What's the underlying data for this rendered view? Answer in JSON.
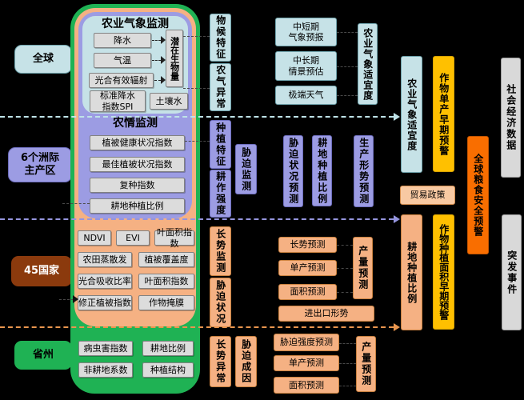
{
  "palette": {
    "container_green": "#1FB254",
    "layer_orange": "#F5B183",
    "layer_purple": "#9C9CE3",
    "panel_teal": "#C6E2E7",
    "warning_yellow": "#FFC000",
    "alert_orange": "#F96E00",
    "countries_brown": "#8B3A0D",
    "neutral_gray": "#D9D9D9"
  },
  "scales": {
    "global": "全球",
    "continental": "6个洲际\n主产区",
    "countries": "45国家",
    "province": "省州"
  },
  "monitor": {
    "agromet": {
      "title": "农业气象监测",
      "precipitation": "降水",
      "temperature": "气温",
      "par": "光合有效辐射",
      "spi": "标准降水\n指数SPI",
      "soil_moisture": "土壤水",
      "potential_biomass": "潜在生物量"
    },
    "agrocondition": {
      "title": "农情监测",
      "items": [
        "植被健康状况指数",
        "最佳植被状况指数",
        "复种指数",
        "耕地种植比例"
      ]
    },
    "country_items": [
      "NDVI",
      "EVI",
      "叶面积指数",
      "农田蒸散发",
      "植被覆盖度",
      "光合吸收比率",
      "叶面积指数",
      "修正植被指数",
      "作物掩膜"
    ],
    "province_items": [
      "病虫害指数",
      "耕地比例",
      "非耕地系数",
      "种植结构"
    ]
  },
  "features": {
    "phenology": "物候特征",
    "agromet_anomaly": "农气异常",
    "planting_traits": "种植特征",
    "stress_monitoring": "胁迫监测",
    "tillage_intensity": "耕作强度",
    "growth_monitoring": "长势监测",
    "stress_status": "胁迫状况",
    "growth_anomaly": "长势异常",
    "stress_cause": "胁迫成因"
  },
  "forecasts": {
    "short_mid_weather": "中短期\n气象预报",
    "mid_long_scenario": "中长期\n情景预估",
    "extreme_weather": "极端天气",
    "agromet_suitability": "农业气象适宜度",
    "stress_status_forecast": "胁迫状况预测",
    "cropland_planting_ratio": "耕地种植比例",
    "production_situation": "生产形势预测",
    "growth_forecast": "长势预测",
    "yield_forecast": "单产预测",
    "area_forecast": "面积预测",
    "import_export": "进出口形势",
    "production_forecast": "产量预测",
    "stress_intensity_forecast": "胁迫强度预测",
    "yield_forecast_prov": "单产预测",
    "area_forecast_prov": "面积预测",
    "production_forecast_prov": "产量预测"
  },
  "outputs": {
    "agromet_suitability": "农业气象适宜度",
    "crop_yield_early_warning": "作物单产早期预警",
    "global_food_security_warning": "全球粮食安全预警",
    "socioeconomic_data": "社会经济数据",
    "trade_policy": "贸易政策",
    "cropland_planting_ratio": "耕地种植比例",
    "crop_area_early_warning": "作物种植面积早期预警",
    "emergencies": "突发事件"
  }
}
